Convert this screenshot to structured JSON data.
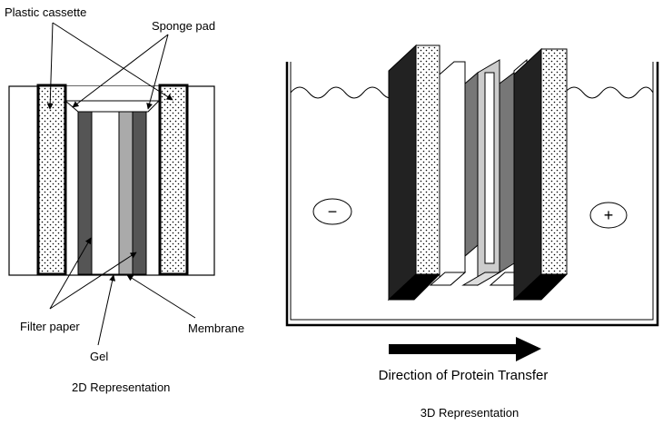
{
  "labels": {
    "plastic_cassette": "Plastic cassette",
    "sponge_pad": "Sponge pad",
    "filter_paper": "Filter paper",
    "gel": "Gel",
    "membrane": "Membrane",
    "caption_2d": "2D Representation",
    "caption_3d": "3D Representation",
    "direction": "Direction of Protein Transfer",
    "negative_electrode": "−",
    "positive_electrode": "+"
  },
  "colors": {
    "cassette": "#333333",
    "filter_paper": "#555555",
    "gel": "#ffffff",
    "membrane": "#aaaaaa",
    "sponge": "#ffffff"
  }
}
